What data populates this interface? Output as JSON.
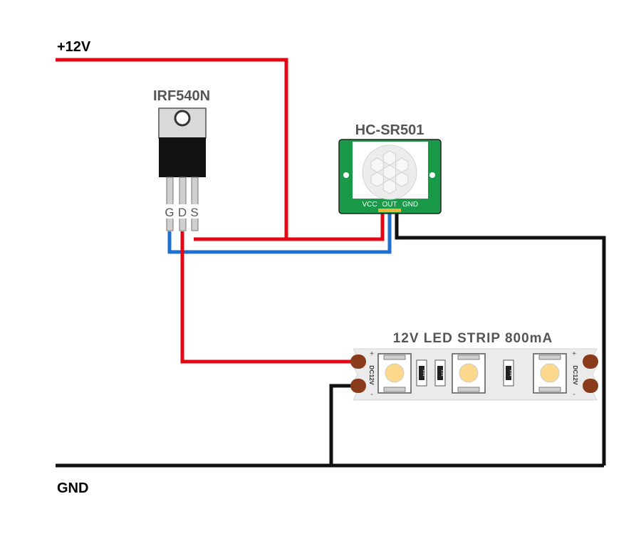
{
  "supply": {
    "positive": "+12V",
    "ground": "GND"
  },
  "mosfet": {
    "name": "IRF540N",
    "pins": [
      "G",
      "D",
      "S"
    ]
  },
  "sensor": {
    "name": "HC-SR501",
    "pins": [
      "VCC",
      "OUT",
      "GND"
    ]
  },
  "strip": {
    "title": "12V LED STRIP 800mA",
    "end_label": "DC12V",
    "plus": "+",
    "minus": "-",
    "resistor_code": "151"
  },
  "colors": {
    "positive_wire": "#e30613",
    "ground_wire": "#111111",
    "signal_wire": "#1f6fd1",
    "sensor_pcb": "#1a9a48",
    "strip_pad": "#8a3b1c",
    "led": "#fcd88c",
    "label_gray": "#555555"
  }
}
